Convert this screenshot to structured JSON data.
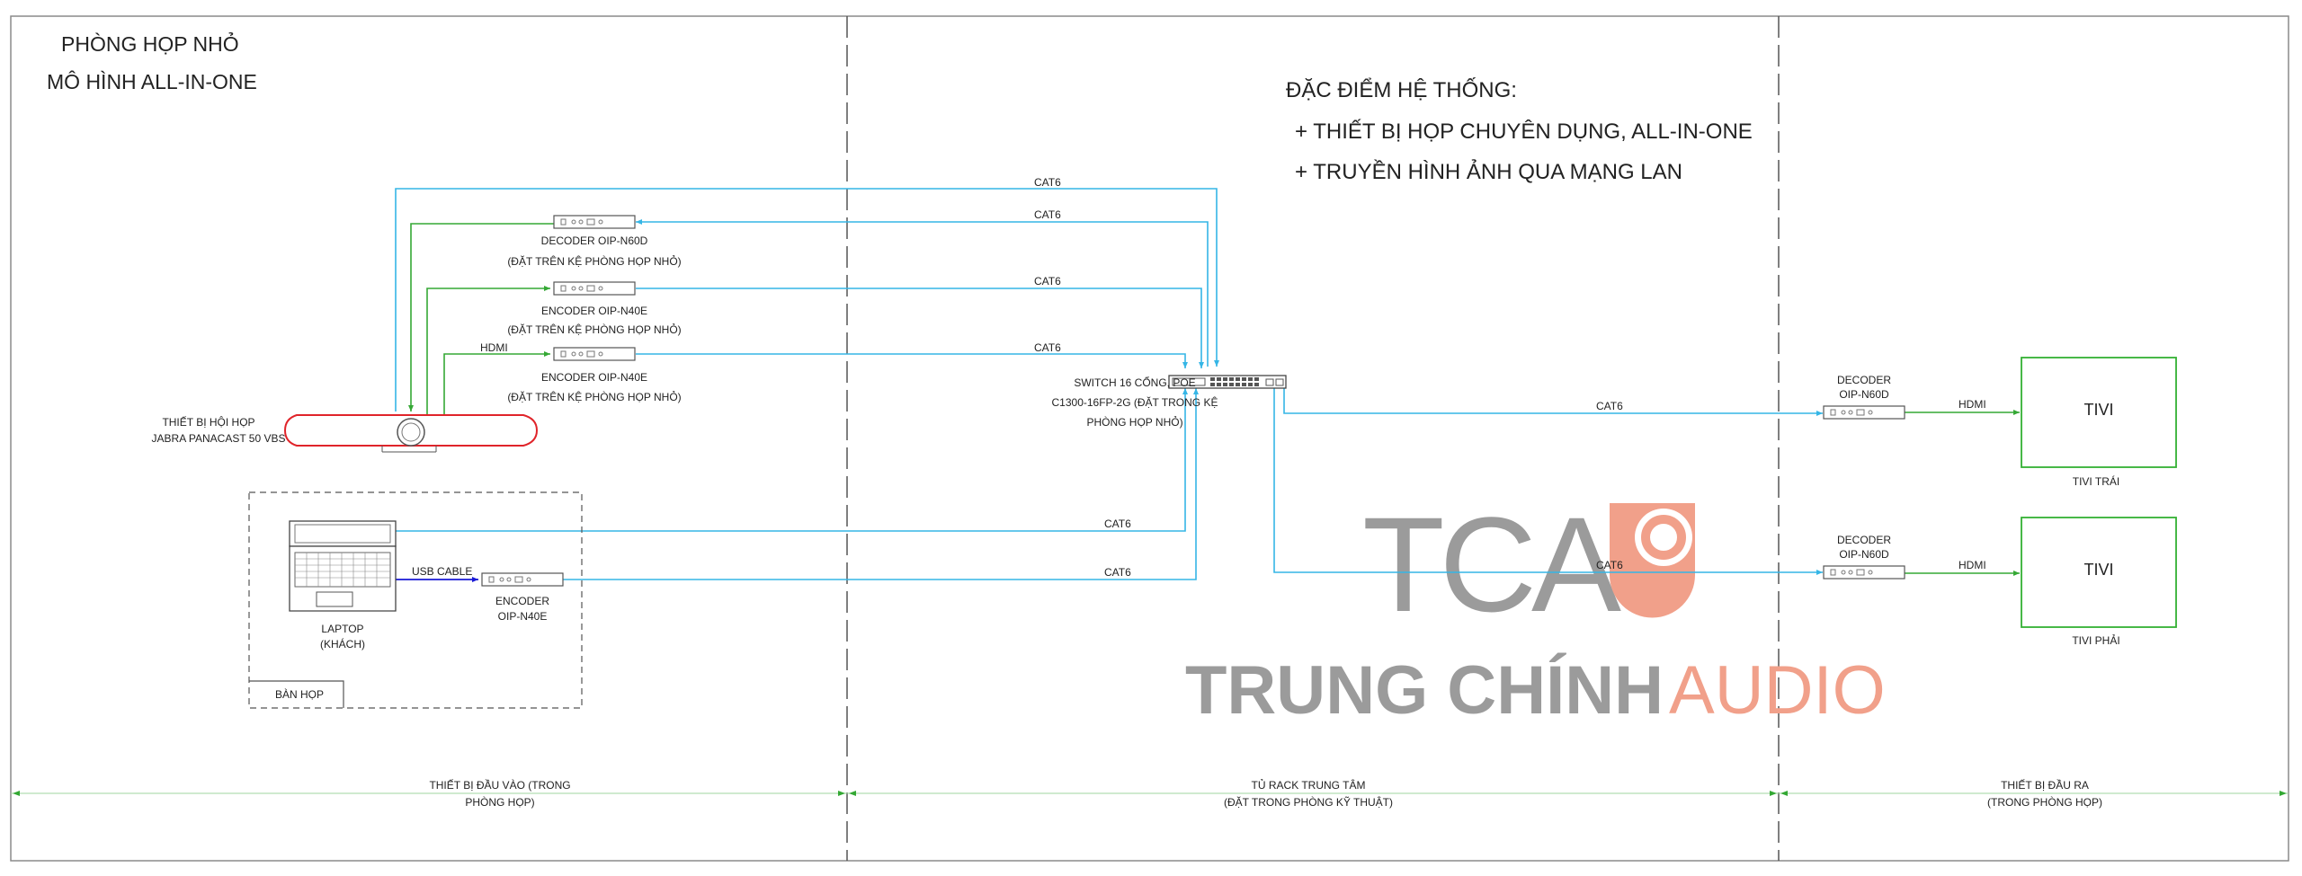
{
  "title": {
    "line1": "PHÒNG HỌP NHỎ",
    "line2": "MÔ HÌNH ALL-IN-ONE"
  },
  "features": {
    "heading": "ĐẶC ĐIỂM HỆ THỐNG:",
    "items": [
      "+ THIẾT BỊ HỌP CHUYÊN DỤNG, ALL-IN-ONE",
      "+ TRUYỀN HÌNH ẢNH QUA MẠNG LAN"
    ]
  },
  "devices": {
    "decoder_top": {
      "line1": "DECODER OIP-N60D",
      "line2": "(ĐẶT TRÊN KỆ PHÒNG HỌP NHỎ)"
    },
    "encoder_1": {
      "line1": "ENCODER OIP-N40E",
      "line2": "(ĐẶT TRÊN KỆ PHÒNG HỌP NHỎ)"
    },
    "encoder_2": {
      "line1": "ENCODER OIP-N40E",
      "line2": "(ĐẶT TRÊN KỆ PHÒNG HỌP NHỎ)"
    },
    "jabra": {
      "line1": "THIẾT BỊ HỘI HỌP",
      "line2": "JABRA PANACAST 50 VBS"
    },
    "laptop": {
      "line1": "LAPTOP",
      "line2": "(KHÁCH)"
    },
    "encoder_laptop": {
      "line1": "ENCODER",
      "line2": "OIP-N40E"
    },
    "table": "BÀN HỌP",
    "switch": {
      "line1": "SWITCH 16 CỔNG, POE",
      "line2": "C1300-16FP-2G (ĐẶT TRONG KỆ",
      "line3": "PHÒNG HỌP NHỎ)"
    },
    "decoder_left": {
      "line1": "DECODER",
      "line2": "OIP-N60D"
    },
    "decoder_right": {
      "line1": "DECODER",
      "line2": "OIP-N60D"
    },
    "tv_left": {
      "screen": "TIVI",
      "caption": "TIVI TRÁI"
    },
    "tv_right": {
      "screen": "TIVI",
      "caption": "TIVI PHẢI"
    }
  },
  "cables": {
    "cat6_1": "CAT6",
    "cat6_2": "CAT6",
    "cat6_3": "CAT6",
    "cat6_4": "CAT6",
    "cat6_5": "CAT6",
    "cat6_6": "CAT6",
    "cat6_7": "CAT6",
    "cat6_8": "CAT6",
    "hdmi_1": "HDMI",
    "hdmi_2": "HDMI",
    "hdmi_3": "HDMI",
    "usb": "USB CABLE"
  },
  "zones": {
    "input": {
      "line1": "THIẾT BỊ ĐẦU VÀO (TRONG",
      "line2": "PHÒNG HỌP)"
    },
    "rack": {
      "line1": "TỦ RACK TRUNG TÂM",
      "line2": "(ĐẶT TRONG PHÒNG KỸ THUẬT)"
    },
    "output": {
      "line1": "THIẾT BỊ ĐẦU RA",
      "line2": "(TRONG PHÒNG HỌP)"
    }
  },
  "watermark": {
    "logo_text": "TCA",
    "brand_dark": "TRUNG CHÍNH",
    "brand_light": "AUDIO"
  },
  "colors": {
    "cat6": "#35b6e6",
    "hdmi": "#35a835",
    "usb": "#1a1ad6",
    "jabra": "#e0242a",
    "tv": "#33b033",
    "watermark_gray": "#9b9b9b",
    "watermark_orange": "#f1a08a"
  }
}
